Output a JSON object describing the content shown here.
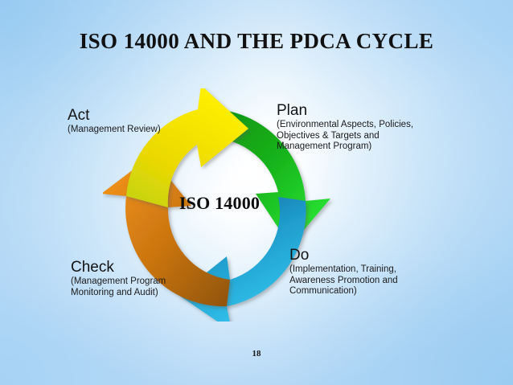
{
  "slide": {
    "title": "ISO 14000 AND THE PDCA CYCLE",
    "center_label": "ISO 14000",
    "page_number": "18"
  },
  "diagram": {
    "type": "pdca-cycle",
    "direction": "clockwise",
    "quadrants": [
      {
        "id": "plan",
        "heading": "Plan",
        "detail": "(Environmental Aspects, Policies,\nObjectives & Targets and\nManagement Program)",
        "position": "top-right",
        "color_start": "#0f9c14",
        "color_end": "#2ef03a"
      },
      {
        "id": "do",
        "heading": "Do",
        "detail": "(Implementation, Training,\nAwareness Promotion and\nCommunication)",
        "position": "bottom-right",
        "color_start": "#1a6fa8",
        "color_end": "#34c6ef"
      },
      {
        "id": "check",
        "heading": "Check",
        "detail": "(Management Program\nMonitoring and Audit)",
        "position": "bottom-left",
        "color_start": "#9a5a07",
        "color_end": "#f5911a"
      },
      {
        "id": "act",
        "heading": "Act",
        "detail": "(Management Review)",
        "position": "top-left",
        "color_start": "#c3d616",
        "color_end": "#ffec00"
      }
    ]
  },
  "background": {
    "center_color": "#ffffff",
    "edge_color": "#bcdcf7"
  }
}
